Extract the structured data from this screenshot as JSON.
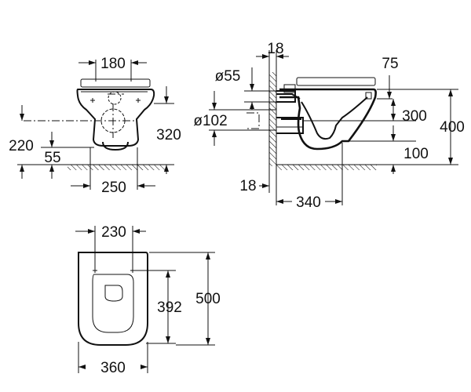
{
  "front_view": {
    "dim_width_top": "180",
    "dim_height_right": "320",
    "dim_height_left": "220",
    "dim_offset_left": "55",
    "dim_width_bottom": "250"
  },
  "side_view": {
    "dim_wall_thickness_top": "18",
    "dim_dia_small": "ø55",
    "dim_dia_large": "ø102",
    "dim_seat_offset": "75",
    "dim_drain_height": "300",
    "dim_total_height": "400",
    "dim_floor_clearance": "100",
    "dim_wall_thickness_bottom": "18",
    "dim_depth": "340"
  },
  "top_view": {
    "dim_bolt_spacing": "230",
    "dim_inner_length": "392",
    "dim_total_length": "500",
    "dim_total_width": "360"
  }
}
